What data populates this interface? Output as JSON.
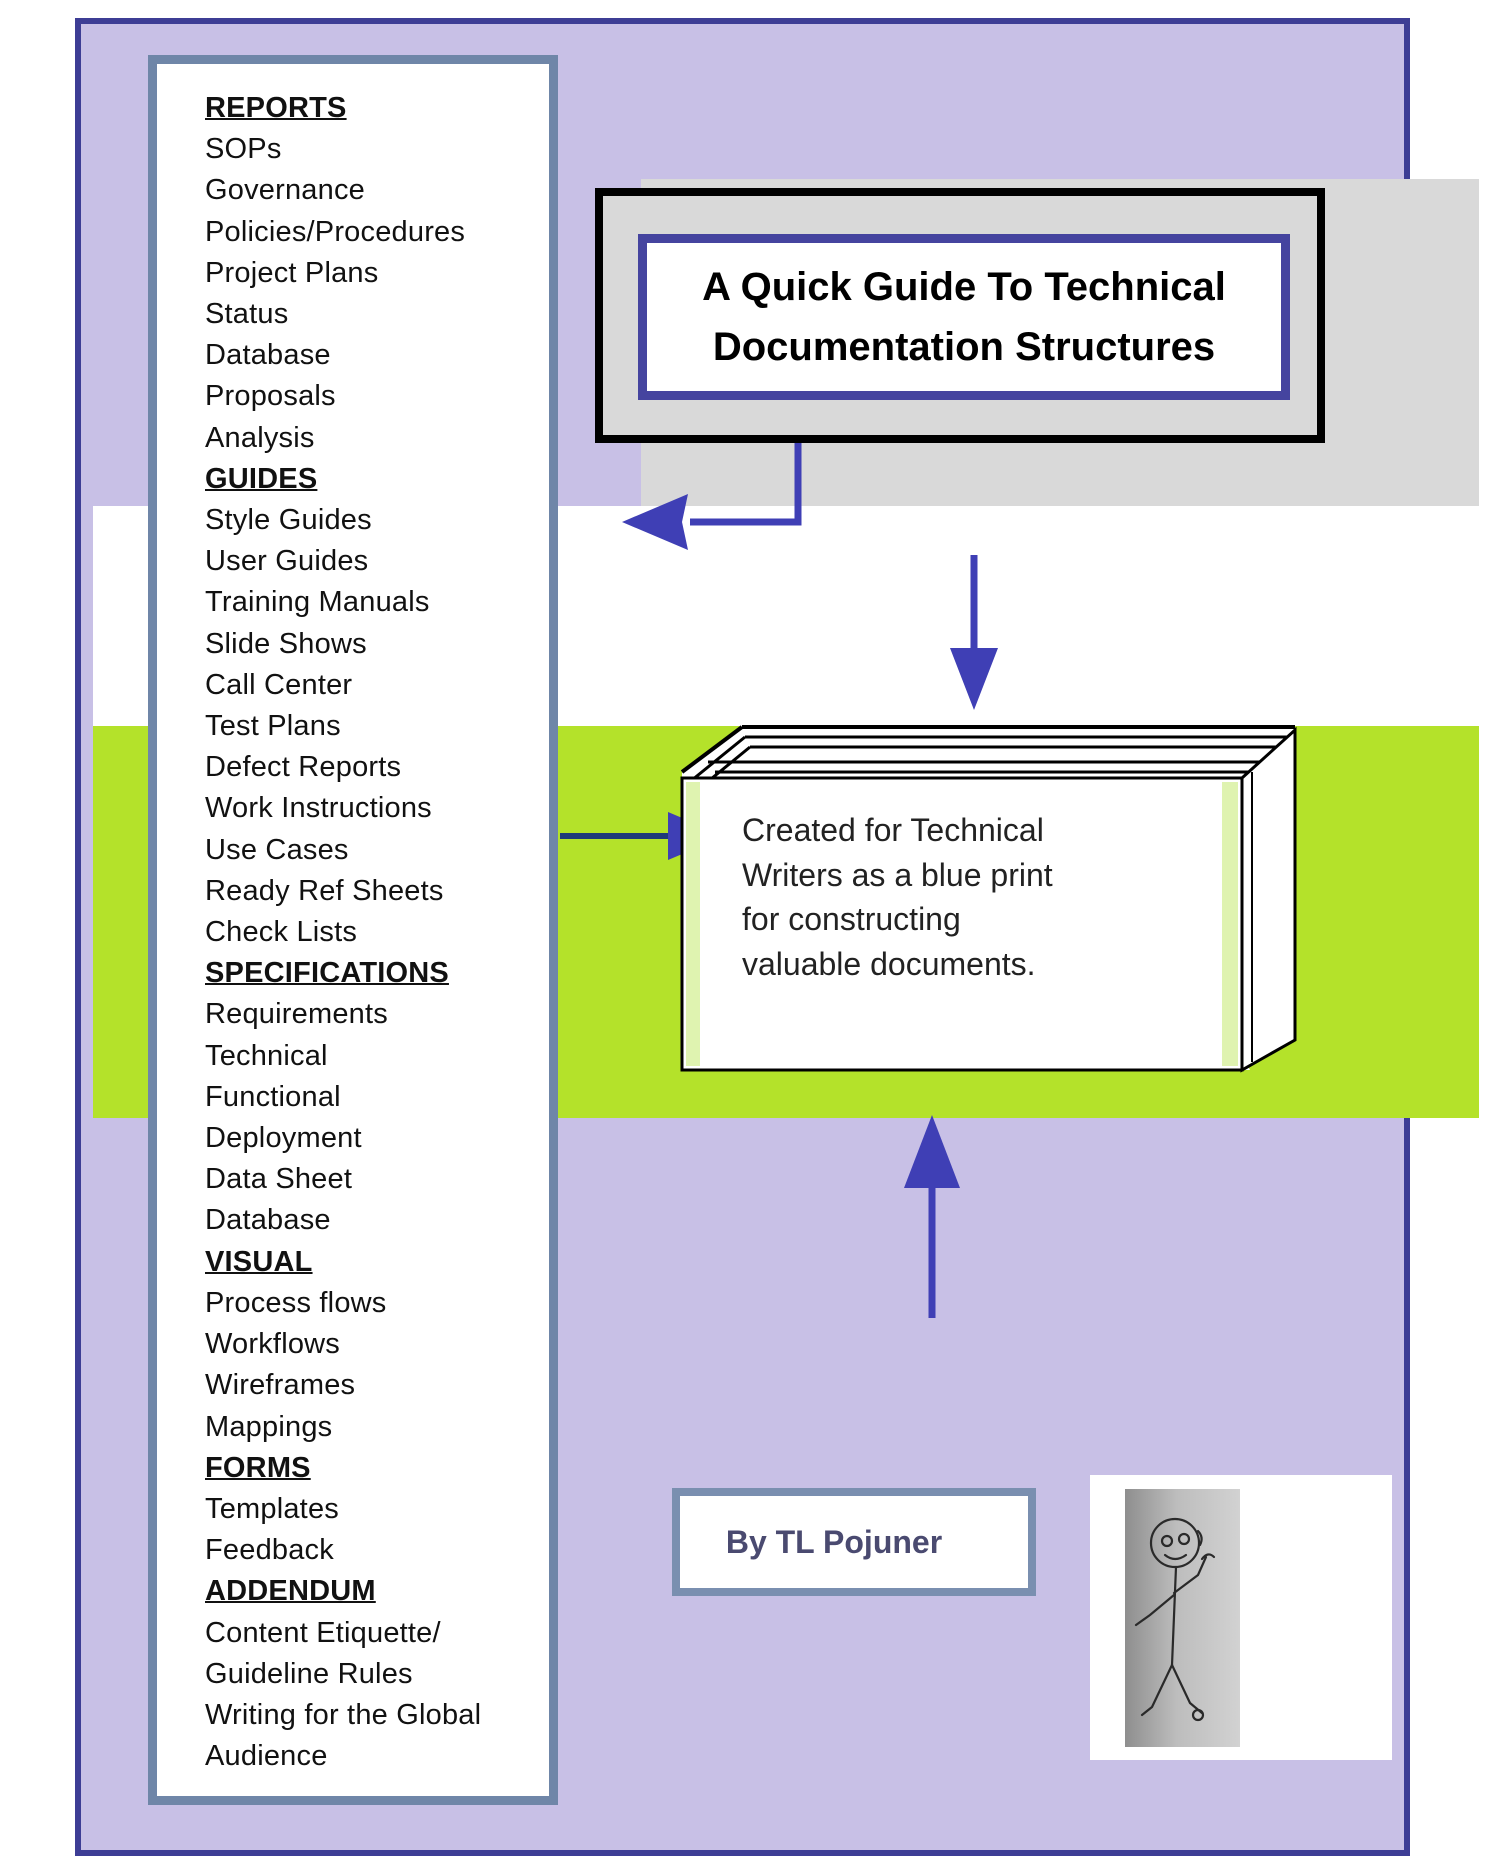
{
  "toc": {
    "items": [
      {
        "text": "REPORTS",
        "heading": true
      },
      {
        "text": "SOPs",
        "heading": false
      },
      {
        "text": "Governance",
        "heading": false
      },
      {
        "text": "Policies/Procedures",
        "heading": false
      },
      {
        "text": "Project Plans",
        "heading": false
      },
      {
        "text": "Status",
        "heading": false
      },
      {
        "text": "Database",
        "heading": false
      },
      {
        "text": "Proposals",
        "heading": false
      },
      {
        "text": "Analysis",
        "heading": false
      },
      {
        "text": "GUIDES",
        "heading": true
      },
      {
        "text": "Style Guides",
        "heading": false
      },
      {
        "text": "User Guides",
        "heading": false
      },
      {
        "text": "Training Manuals",
        "heading": false
      },
      {
        "text": "Slide Shows",
        "heading": false
      },
      {
        "text": "Call Center",
        "heading": false
      },
      {
        "text": "Test Plans",
        "heading": false
      },
      {
        "text": "Defect Reports",
        "heading": false
      },
      {
        "text": "Work Instructions",
        "heading": false
      },
      {
        "text": "Use Cases",
        "heading": false
      },
      {
        "text": "Ready Ref Sheets",
        "heading": false
      },
      {
        "text": "Check Lists",
        "heading": false
      },
      {
        "text": "SPECIFICATIONS",
        "heading": true
      },
      {
        "text": "Requirements",
        "heading": false
      },
      {
        "text": "Technical",
        "heading": false
      },
      {
        "text": "Functional",
        "heading": false
      },
      {
        "text": "Deployment",
        "heading": false
      },
      {
        "text": "Data Sheet",
        "heading": false
      },
      {
        "text": "Database",
        "heading": false
      },
      {
        "text": "VISUAL",
        "heading": true
      },
      {
        "text": "Process flows",
        "heading": false
      },
      {
        "text": "Workflows",
        "heading": false
      },
      {
        "text": "Wireframes",
        "heading": false
      },
      {
        "text": "Mappings",
        "heading": false
      },
      {
        "text": "FORMS",
        "heading": true
      },
      {
        "text": "Templates",
        "heading": false
      },
      {
        "text": "Feedback",
        "heading": false
      },
      {
        "text": "ADDENDUM",
        "heading": true
      },
      {
        "text": "Content Etiquette/",
        "heading": false
      },
      {
        "text": "Guideline Rules",
        "heading": false
      },
      {
        "text": "Writing for the Global",
        "heading": false
      },
      {
        "text": "Audience",
        "heading": false
      }
    ]
  },
  "title": {
    "line1": "A Quick Guide To Technical",
    "line2": "Documentation Structures"
  },
  "book": {
    "lines": [
      "Created for Technical",
      "Writers as a blue print",
      "for constructing",
      "valuable documents."
    ]
  },
  "author": {
    "label": "By TL Pojuner"
  },
  "colors": {
    "lavender": "#c8c0e6",
    "border_navy": "#3d3d95",
    "green_band": "#b4e22a",
    "gray_band": "#d9d9d9",
    "arrow_blue": "#3f3fb5",
    "toc_frame": "#6f86a8"
  },
  "icons": {
    "title_arrow": "arrow-left-elbow-icon",
    "top_arrow": "arrow-down-icon",
    "list_arrow": "arrow-right-icon",
    "bottom_arrow": "arrow-up-icon",
    "photo_arrow": "arrow-right-icon",
    "book": "book-stack-icon",
    "stick_figure": "stick-figure-icon"
  }
}
